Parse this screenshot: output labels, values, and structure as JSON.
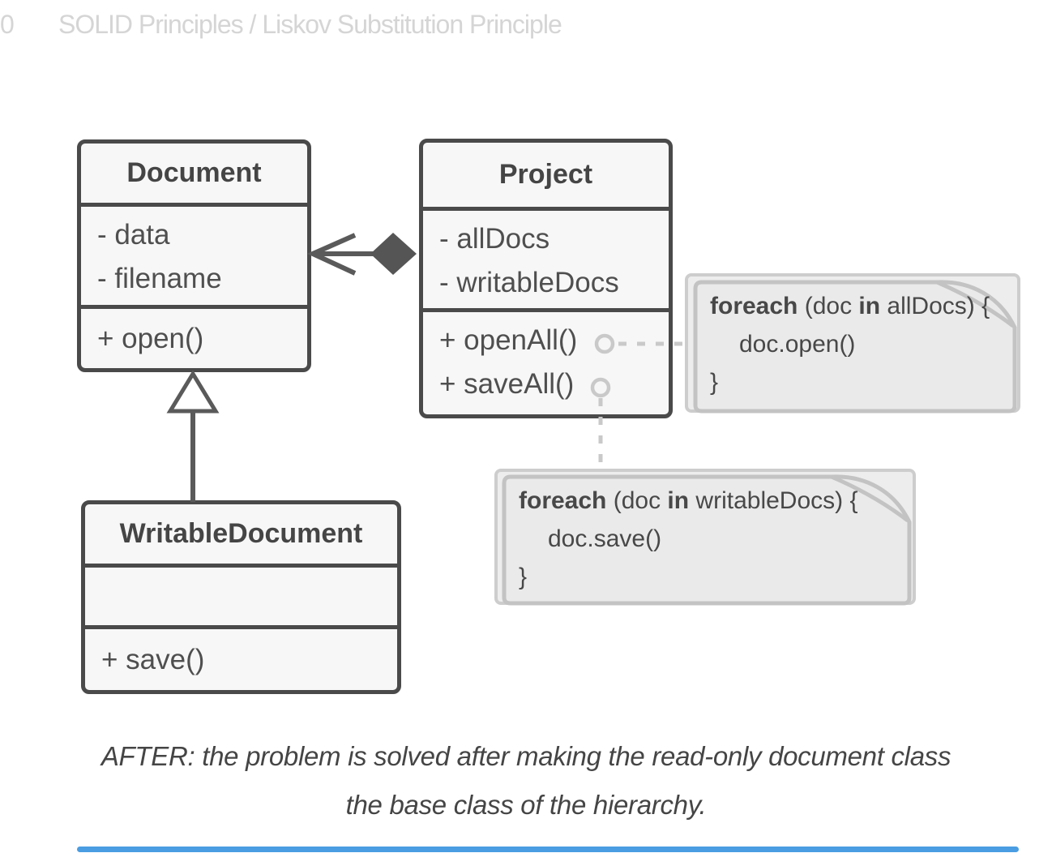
{
  "header": {
    "page_number": "0",
    "breadcrumb": "SOLID Principles / Liskov Substitution Principle"
  },
  "diagram": {
    "classes": [
      {
        "name": "Document",
        "attributes": [
          "- data",
          "- filename"
        ],
        "methods": [
          "+ open()"
        ]
      },
      {
        "name": "Project",
        "attributes": [
          "- allDocs",
          "- writableDocs"
        ],
        "methods": [
          "+ openAll()",
          "+ saveAll()"
        ]
      },
      {
        "name": "WritableDocument",
        "attributes": [],
        "methods": [
          "+ save()"
        ]
      }
    ],
    "relationships": [
      {
        "type": "aggregation",
        "from": "Project",
        "to": "Document"
      },
      {
        "type": "inheritance",
        "from": "WritableDocument",
        "to": "Document"
      },
      {
        "type": "note-link",
        "from": "+ openAll()",
        "to": "note-alldocs"
      },
      {
        "type": "note-link",
        "from": "+ saveAll()",
        "to": "note-writabledocs"
      }
    ],
    "notes": [
      {
        "id": "note-alldocs",
        "kw1": "foreach",
        "seg1": " (doc ",
        "kw2": "in",
        "seg2": " allDocs) {",
        "body": "doc.open()",
        "close": "}"
      },
      {
        "id": "note-writabledocs",
        "kw1": "foreach",
        "seg1": " (doc ",
        "kw2": "in",
        "seg2": " writableDocs) {",
        "body": "doc.save()",
        "close": "}"
      }
    ]
  },
  "caption": {
    "line1": "AFTER: the problem is solved after making the read-only document class",
    "line2": "the base class of the hierarchy."
  },
  "colors": {
    "box_border": "#4a4a4a",
    "box_fill": "#f7f7f7",
    "note_fill": "#eaeaea",
    "note_border": "#c3c3c3",
    "connector_light": "#c9c9c9",
    "connector_dark": "#5a5a5a",
    "header_text": "#d5d5d5",
    "caption_text": "#454545",
    "progress_bar": "#4a9de2"
  }
}
